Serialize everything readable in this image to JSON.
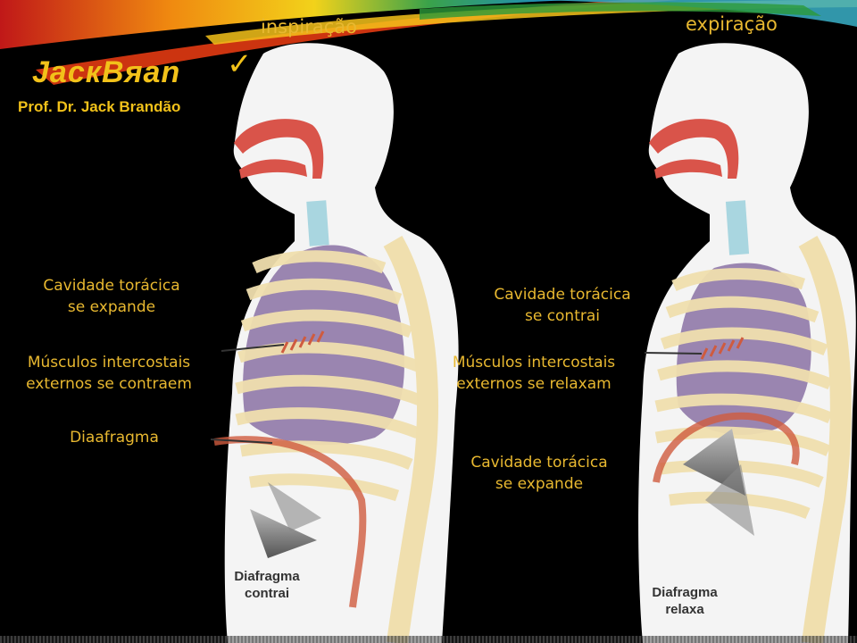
{
  "header": {
    "inspiration_title": "inspiração",
    "expiration_title": "expiração",
    "brand": "JacкBяan",
    "brand_check": "✓",
    "author": "Prof. Dr. Jack Brandão"
  },
  "inspiration": {
    "label_thorax": [
      "Cavidade torácica",
      "se expande"
    ],
    "label_muscles": [
      "Músculos intercostais",
      "externos se contraem"
    ],
    "label_diaphragm": "Diaafragma",
    "diaphragm_caption": [
      "Diafragma",
      "contrai"
    ]
  },
  "expiration": {
    "label_thorax": [
      "Cavidade torácica",
      "se contrai"
    ],
    "label_muscles": [
      "Músculos intercostais",
      "externos se relaxam"
    ],
    "label_thorax_2": [
      "Cavidade torácica",
      "se expande"
    ],
    "diaphragm_caption": [
      "Diafragma",
      "relaxa"
    ]
  },
  "colors": {
    "label": "#e8b830",
    "brand": "#f2c21a",
    "skin": "#f4f4f4",
    "bone": "#f0dfae",
    "lung": "#9a85b0",
    "airway": "#d9544a",
    "trachea": "#a9d6e0",
    "muscle": "#cf5b3f"
  }
}
